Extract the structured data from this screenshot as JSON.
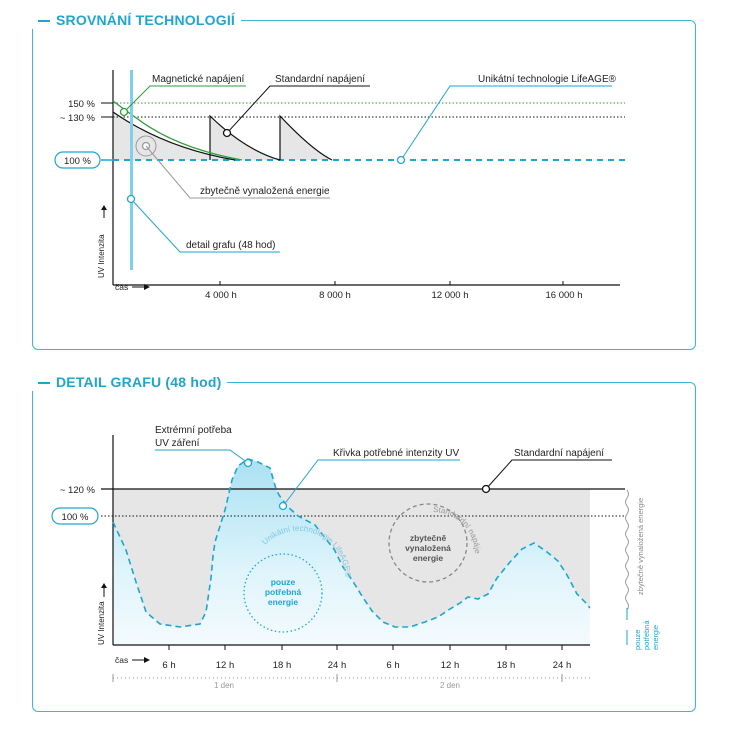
{
  "panel1": {
    "title": "SROVNÁNÍ TECHNOLOGIÍ",
    "legend": {
      "magnetic": "Magnetické napájení",
      "standard": "Standardní napájení",
      "lifeage": "Unikátní technologie LifeAGE®"
    },
    "levels": {
      "l150": "150 %",
      "l130": "~ 130 %",
      "l100": "100 %"
    },
    "annotations": {
      "wasted": "zbytečně vynaložená energie",
      "detail": "detail grafu (48 hod)"
    },
    "yaxis": "UV Intenzita",
    "xaxis": "čas",
    "ticks": [
      "4 000 h",
      "8 000 h",
      "12 000 h",
      "16 000 h"
    ]
  },
  "panel2": {
    "title": "DETAIL GRAFU (48 hod)",
    "levels": {
      "l120": "~ 120 %",
      "l100": "100 %"
    },
    "annotations": {
      "extreme_line1": "Extrémní potřeba",
      "extreme_line2": "UV záření",
      "curve": "Křivka potřebné intenzity UV",
      "standard": "Standardní napájení",
      "wasted_line1": "zbytečně",
      "wasted_line2": "vynaložená",
      "wasted_line3": "energie",
      "needed_line1": "pouze",
      "needed_line2": "potřebná",
      "needed_line3": "energie",
      "standard_arc": "Standardní napájení",
      "lifeage_arc": "Unikátní technologie LifeAGE®",
      "side_wasted": "zbytečně vynaložená energie",
      "side_needed_line1": "pouze",
      "side_needed_line2": "potřebná",
      "side_needed_line3": "energie"
    },
    "yaxis": "UV Intenzita",
    "xaxis": "čas",
    "ticks": [
      "6 h",
      "12 h",
      "18 h",
      "24 h",
      "6 h",
      "12 h",
      "18 h",
      "24 h"
    ],
    "days": [
      "1 den",
      "2 den"
    ]
  },
  "colors": {
    "accent": "#1ea6cf",
    "green": "#2e9e3a",
    "black": "#111111",
    "wasted_fill": "#e6e6e6",
    "needed_fill": "#cdeefa"
  }
}
